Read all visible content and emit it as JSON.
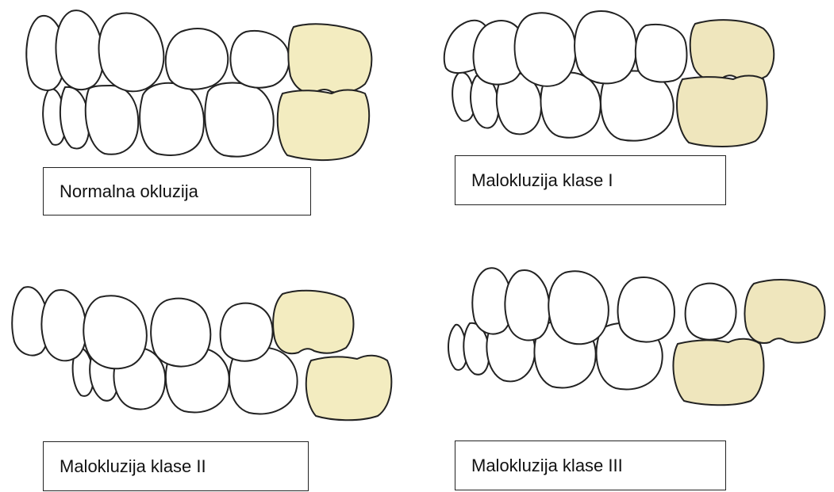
{
  "labels": {
    "normal": "Normalna okluzija",
    "class1": "Malokluzija klase I",
    "class2": "Malokluzija klase II",
    "class3": "Malokluzija klase III"
  },
  "colors": {
    "molar_fill": "#f3ecc0",
    "tooth_fill": "#ffffff",
    "outline": "#222222"
  }
}
